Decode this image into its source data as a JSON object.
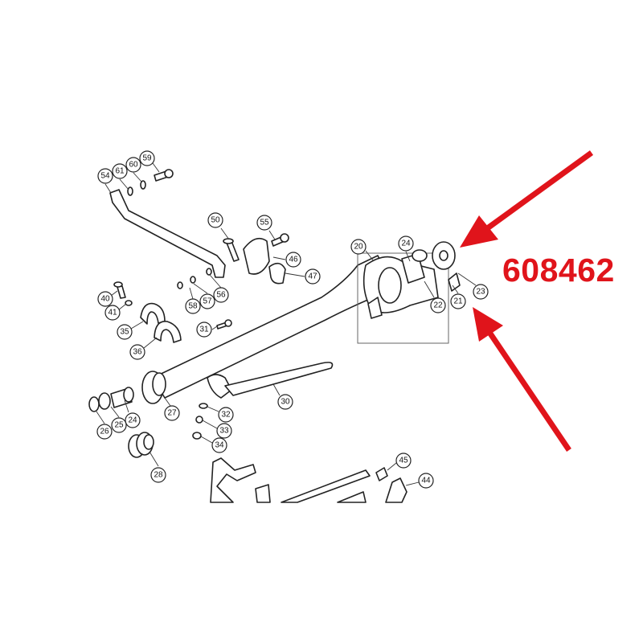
{
  "part_number": "608462",
  "accent_color": "#e0141b",
  "callouts": [
    "54",
    "61",
    "60",
    "59",
    "50",
    "55",
    "46",
    "47",
    "40",
    "41",
    "58",
    "57",
    "56",
    "35",
    "36",
    "31",
    "20",
    "24",
    "22",
    "21",
    "23",
    "27",
    "30",
    "24",
    "25",
    "26",
    "32",
    "33",
    "34",
    "28",
    "45",
    "44"
  ]
}
